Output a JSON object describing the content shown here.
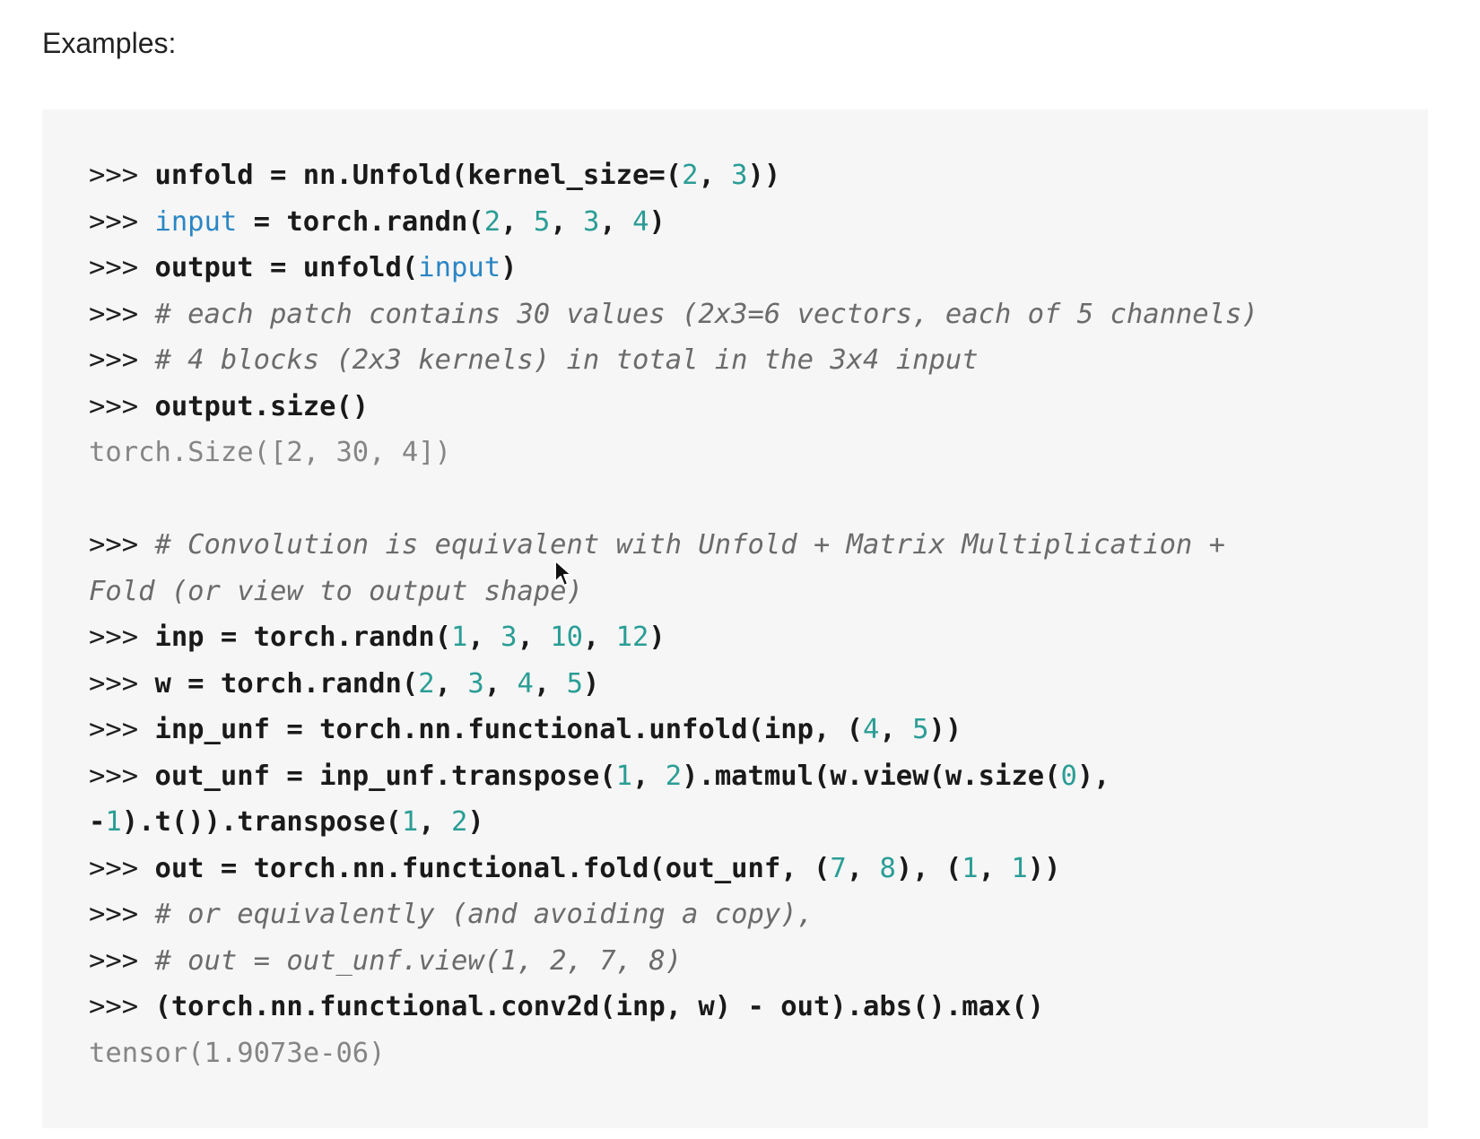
{
  "heading": "Examples:",
  "code_lines": [
    [
      {
        "t": "prompt",
        "v": ">>> "
      },
      {
        "t": "code",
        "v": "unfold = nn.Unfold(kernel_size=("
      },
      {
        "t": "num",
        "v": "2"
      },
      {
        "t": "code",
        "v": ", "
      },
      {
        "t": "num",
        "v": "3"
      },
      {
        "t": "code",
        "v": "))"
      }
    ],
    [
      {
        "t": "prompt",
        "v": ">>> "
      },
      {
        "t": "builtin",
        "v": "input"
      },
      {
        "t": "code",
        "v": " = torch.randn("
      },
      {
        "t": "num",
        "v": "2"
      },
      {
        "t": "code",
        "v": ", "
      },
      {
        "t": "num",
        "v": "5"
      },
      {
        "t": "code",
        "v": ", "
      },
      {
        "t": "num",
        "v": "3"
      },
      {
        "t": "code",
        "v": ", "
      },
      {
        "t": "num",
        "v": "4"
      },
      {
        "t": "code",
        "v": ")"
      }
    ],
    [
      {
        "t": "prompt",
        "v": ">>> "
      },
      {
        "t": "code",
        "v": "output = unfold("
      },
      {
        "t": "builtin",
        "v": "input"
      },
      {
        "t": "code",
        "v": ")"
      }
    ],
    [
      {
        "t": "prompt",
        "v": ">>> "
      },
      {
        "t": "comment",
        "v": "# each patch contains 30 values (2x3=6 vectors, each of 5 channels)"
      }
    ],
    [
      {
        "t": "prompt",
        "v": ">>> "
      },
      {
        "t": "comment",
        "v": "# 4 blocks (2x3 kernels) in total in the 3x4 input"
      }
    ],
    [
      {
        "t": "prompt",
        "v": ">>> "
      },
      {
        "t": "code",
        "v": "output.size()"
      }
    ],
    [
      {
        "t": "output",
        "v": "torch.Size([2, 30, 4])"
      }
    ],
    [],
    [
      {
        "t": "prompt",
        "v": ">>> "
      },
      {
        "t": "comment",
        "v": "# Convolution is equivalent with Unfold + Matrix Multiplication +"
      }
    ],
    [
      {
        "t": "comment",
        "v": "Fold (or view to output shape)"
      }
    ],
    [
      {
        "t": "prompt",
        "v": ">>> "
      },
      {
        "t": "code",
        "v": "inp = torch.randn("
      },
      {
        "t": "num",
        "v": "1"
      },
      {
        "t": "code",
        "v": ", "
      },
      {
        "t": "num",
        "v": "3"
      },
      {
        "t": "code",
        "v": ", "
      },
      {
        "t": "num",
        "v": "10"
      },
      {
        "t": "code",
        "v": ", "
      },
      {
        "t": "num",
        "v": "12"
      },
      {
        "t": "code",
        "v": ")"
      }
    ],
    [
      {
        "t": "prompt",
        "v": ">>> "
      },
      {
        "t": "code",
        "v": "w = torch.randn("
      },
      {
        "t": "num",
        "v": "2"
      },
      {
        "t": "code",
        "v": ", "
      },
      {
        "t": "num",
        "v": "3"
      },
      {
        "t": "code",
        "v": ", "
      },
      {
        "t": "num",
        "v": "4"
      },
      {
        "t": "code",
        "v": ", "
      },
      {
        "t": "num",
        "v": "5"
      },
      {
        "t": "code",
        "v": ")"
      }
    ],
    [
      {
        "t": "prompt",
        "v": ">>> "
      },
      {
        "t": "code",
        "v": "inp_unf = torch.nn.functional.unfold(inp, ("
      },
      {
        "t": "num",
        "v": "4"
      },
      {
        "t": "code",
        "v": ", "
      },
      {
        "t": "num",
        "v": "5"
      },
      {
        "t": "code",
        "v": "))"
      }
    ],
    [
      {
        "t": "prompt",
        "v": ">>> "
      },
      {
        "t": "code",
        "v": "out_unf = inp_unf.transpose("
      },
      {
        "t": "num",
        "v": "1"
      },
      {
        "t": "code",
        "v": ", "
      },
      {
        "t": "num",
        "v": "2"
      },
      {
        "t": "code",
        "v": ").matmul(w.view(w.size("
      },
      {
        "t": "num",
        "v": "0"
      },
      {
        "t": "code",
        "v": "),"
      }
    ],
    [
      {
        "t": "code",
        "v": "-"
      },
      {
        "t": "num",
        "v": "1"
      },
      {
        "t": "code",
        "v": ").t()).transpose("
      },
      {
        "t": "num",
        "v": "1"
      },
      {
        "t": "code",
        "v": ", "
      },
      {
        "t": "num",
        "v": "2"
      },
      {
        "t": "code",
        "v": ")"
      }
    ],
    [
      {
        "t": "prompt",
        "v": ">>> "
      },
      {
        "t": "code",
        "v": "out = torch.nn.functional.fold(out_unf, ("
      },
      {
        "t": "num",
        "v": "7"
      },
      {
        "t": "code",
        "v": ", "
      },
      {
        "t": "num",
        "v": "8"
      },
      {
        "t": "code",
        "v": "), ("
      },
      {
        "t": "num",
        "v": "1"
      },
      {
        "t": "code",
        "v": ", "
      },
      {
        "t": "num",
        "v": "1"
      },
      {
        "t": "code",
        "v": "))"
      }
    ],
    [
      {
        "t": "prompt",
        "v": ">>> "
      },
      {
        "t": "comment",
        "v": "# or equivalently (and avoiding a copy),"
      }
    ],
    [
      {
        "t": "prompt",
        "v": ">>> "
      },
      {
        "t": "comment",
        "v": "# out = out_unf.view(1, 2, 7, 8)"
      }
    ],
    [
      {
        "t": "prompt",
        "v": ">>> "
      },
      {
        "t": "code",
        "v": "(torch.nn.functional.conv2d(inp, w) - out).abs().max()"
      }
    ],
    [
      {
        "t": "output",
        "v": "tensor(1.9073e-06)"
      }
    ]
  ]
}
